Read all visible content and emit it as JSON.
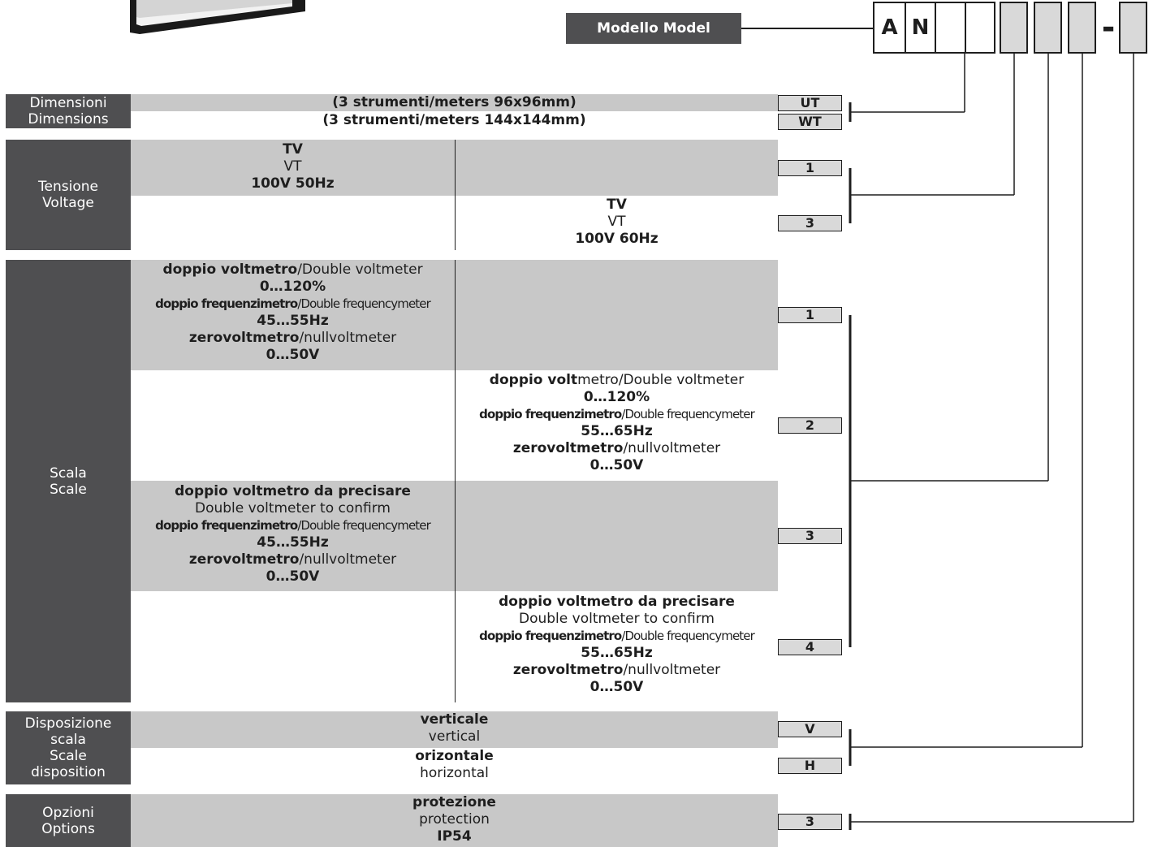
{
  "model": {
    "label": "Modello  Model",
    "letters": [
      "A",
      "N"
    ],
    "dash": "-"
  },
  "sections": {
    "dimensions": {
      "title_it": "Dimensioni",
      "title_en": "Dimensions",
      "rows": [
        {
          "it": "(3 strumenti/",
          "en": "meters 96x96mm)",
          "code": "UT"
        },
        {
          "it": "(3 strumenti/",
          "en": "meters 144x144mm)",
          "code": "WT"
        }
      ]
    },
    "voltage": {
      "title_it": "Tensione",
      "title_en": "Voltage",
      "rows": [
        {
          "l1": "TV",
          "l2": "VT",
          "l3": "100V 50Hz",
          "code": "1"
        },
        {
          "l1": "TV",
          "l2": "VT",
          "l3": "100V 60Hz",
          "code": "3"
        }
      ]
    },
    "scale": {
      "title_it": "Scala",
      "title_en": "Scale",
      "rows": [
        {
          "a1": "doppio voltmetro",
          "a2": "/Double voltmeter",
          "b": "0…120%",
          "c1": "doppio frequenzimetro",
          "c2": "/Double frequencymeter",
          "d": "45…55Hz",
          "e1": "zerovoltmetro",
          "e2": "/nullvoltmeter",
          "f": "0…50V",
          "code": "1"
        },
        {
          "a1": "doppio volt",
          "a2": "metro/Double voltmeter",
          "b": "0…120%",
          "c1": "doppio frequenzimetro",
          "c2": "/Double frequencymeter",
          "d": "55…65Hz",
          "e1": "zerovoltmetro",
          "e2": "/nullvoltmeter",
          "f": "0…50V",
          "code": "2"
        },
        {
          "a": "doppio voltmetro da precisare",
          "b": "Double voltmeter to confirm",
          "c1": "doppio frequenzimetro",
          "c2": "/Double frequencymeter",
          "d": "45…55Hz",
          "e1": "zerovoltmetro",
          "e2": "/nullvoltmeter",
          "f": "0…50V",
          "code": "3"
        },
        {
          "a": "doppio voltmetro da precisare",
          "b": "Double voltmeter to confirm",
          "c1": "doppio frequenzimetro",
          "c2": "/Double frequencymeter",
          "d": "55…65Hz",
          "e1": "zerovoltmetro",
          "e2": "/nullvoltmeter",
          "f": "0…50V",
          "code": "4"
        }
      ]
    },
    "disposition": {
      "title_it_1": "Disposizione",
      "title_it_2": "scala",
      "title_en_1": "Scale",
      "title_en_2": "disposition",
      "rows": [
        {
          "it": "verticale",
          "en": "vertical",
          "code": "V"
        },
        {
          "it": "orizontale",
          "en": "horizontal",
          "code": "H"
        }
      ]
    },
    "options": {
      "title_it": "Opzioni",
      "title_en": "Options",
      "rows": [
        {
          "l1": "protezione",
          "l2": "protection",
          "l3": "IP54",
          "code": "3"
        }
      ]
    }
  }
}
